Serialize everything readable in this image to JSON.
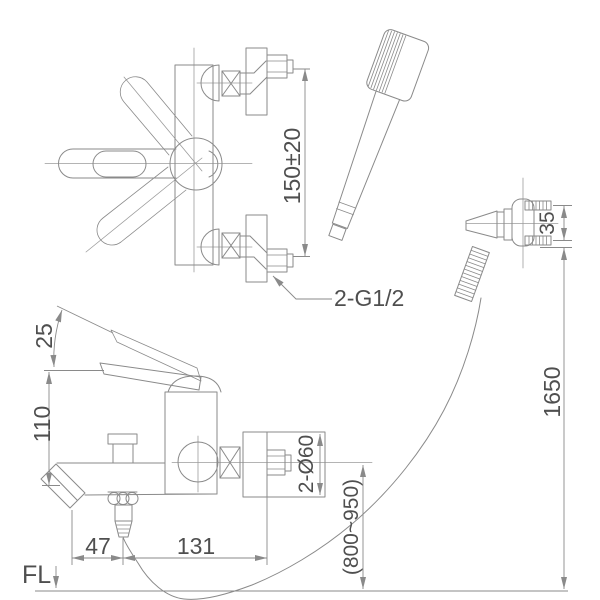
{
  "colors": {
    "line": "#8a8a8a",
    "centerline": "#9c9c9c",
    "text": "#4f4f4f",
    "background": "#ffffff"
  },
  "labels": {
    "dim_inlet_spacing": "150±20",
    "dim_connection_thread": "2-G1/2",
    "dim_bracket_screws": "35",
    "dim_bracket_height": "1650",
    "dim_wall_flange": "2-Ø60",
    "dim_hose_drop": "(800~950)",
    "dim_handle_angle": "25",
    "dim_body_height": "110",
    "dim_spout_reach": "47",
    "dim_wall_offset": "131",
    "floor_level": "FL"
  }
}
